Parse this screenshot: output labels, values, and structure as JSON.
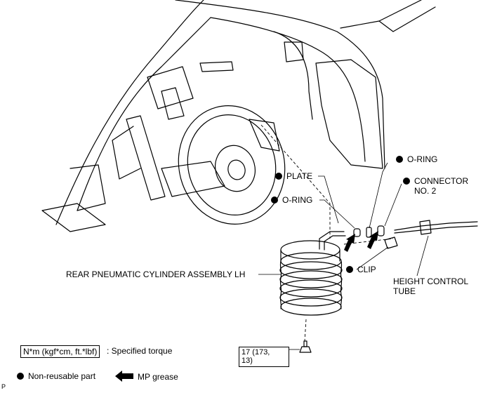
{
  "labels": {
    "o_ring_top": "O-RING",
    "connector": "CONNECTOR\nNO. 2",
    "plate": "PLATE",
    "o_ring_mid": "O-RING",
    "cylinder": "REAR PNEUMATIC CYLINDER ASSEMBLY LH",
    "clip": "CLIP",
    "height_tube": "HEIGHT CONTROL\nTUBE"
  },
  "torque": {
    "value": "17 (173,\n13)"
  },
  "legend": {
    "torque_box": "N*m (kgf*cm, ft.*lbf)",
    "torque_text": ": Specified torque",
    "non_reusable": "Non-reusable part",
    "mp_grease": "MP grease"
  },
  "corner_mark": "P",
  "icons": {
    "dot": "filled-circle",
    "arrow": "bold-left-arrow"
  }
}
